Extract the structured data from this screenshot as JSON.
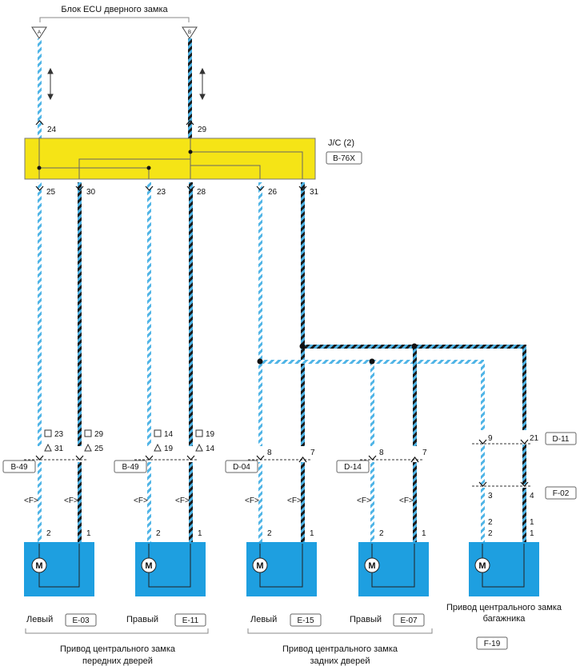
{
  "ecu": {
    "title": "Блок ECU дверного замка",
    "conn_a": "A",
    "conn_b": "B",
    "pin_a": "24",
    "pin_b": "29"
  },
  "jc": {
    "title": "J/C (2)",
    "code": "B-76X",
    "pins": [
      "25",
      "30",
      "23",
      "28",
      "26",
      "31"
    ]
  },
  "front": {
    "left_conn": "B-49",
    "right_conn": "B-49",
    "labels": [
      {
        "sq": "23",
        "tri": "31"
      },
      {
        "sq": "29",
        "tri": "25"
      },
      {
        "sq": "14",
        "tri": "19"
      },
      {
        "sq": "19",
        "tri": "14"
      }
    ]
  },
  "rear": {
    "left_conn": "D-04",
    "right_conn": "D-14",
    "pins": [
      "8",
      "7",
      "8",
      "7"
    ]
  },
  "trunk": {
    "conn1": "D-11",
    "conn1_pins": [
      "9",
      "21"
    ],
    "conn2": "F-02",
    "conn2_pins": [
      "3",
      "4"
    ],
    "motor_pins_top": [
      "2",
      "1"
    ],
    "motor_pins_bottom": [
      "2",
      "1"
    ],
    "title_line1": "Привод центрального замка",
    "title_line2": "багажника",
    "code": "F-19"
  },
  "f_label": "<F>",
  "motor_pins": [
    "2",
    "1"
  ],
  "motor_symbol": "M",
  "motors": [
    {
      "side": "Левый",
      "code": "E-03"
    },
    {
      "side": "Правый",
      "code": "E-11"
    },
    {
      "side": "Левый",
      "code": "E-15"
    },
    {
      "side": "Правый",
      "code": "E-07"
    }
  ],
  "groups": {
    "front_line1": "Привод центрального замка",
    "front_line2": "передних дверей",
    "rear_line1": "Привод центрального замка",
    "rear_line2": "задних дверей"
  },
  "colors": {
    "wire_blue": "#4fb4e6",
    "wire_black": "#1a1a1a",
    "jc_fill": "#f5e416",
    "motor_fill": "#1e9fe0"
  }
}
